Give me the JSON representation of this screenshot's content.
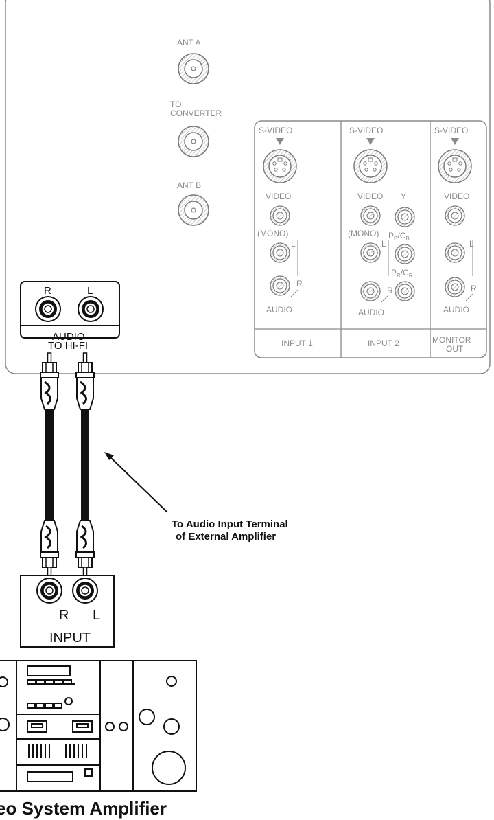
{
  "antenna": {
    "ant_a": "ANT A",
    "to_converter_line1": "TO",
    "to_converter_line2": "CONVERTER",
    "ant_b": "ANT B"
  },
  "input_panels": {
    "svideo": "S-VIDEO",
    "video": "VIDEO",
    "mono": "(MONO)",
    "y": "Y",
    "pb": "P",
    "pb_sub": "B",
    "cb": "C",
    "cb_sub": "B",
    "pr": "P",
    "pr_sub": "R",
    "cr": "C",
    "cr_sub": "R",
    "l": "L",
    "r": "R",
    "audio": "AUDIO",
    "input1": "INPUT 1",
    "input2": "INPUT 2",
    "monitor_line1": "MONITOR",
    "monitor_line2": "OUT"
  },
  "hifi": {
    "r": "R",
    "l": "L",
    "line1": "AUDIO",
    "line2": "TO HI-FI"
  },
  "annotation": {
    "line1": "To Audio Input Terminal",
    "line2": "of External Amplifier"
  },
  "amp_input": {
    "r": "R",
    "l": "L",
    "label": "INPUT"
  },
  "amplifier_label": "eo System Amplifier"
}
